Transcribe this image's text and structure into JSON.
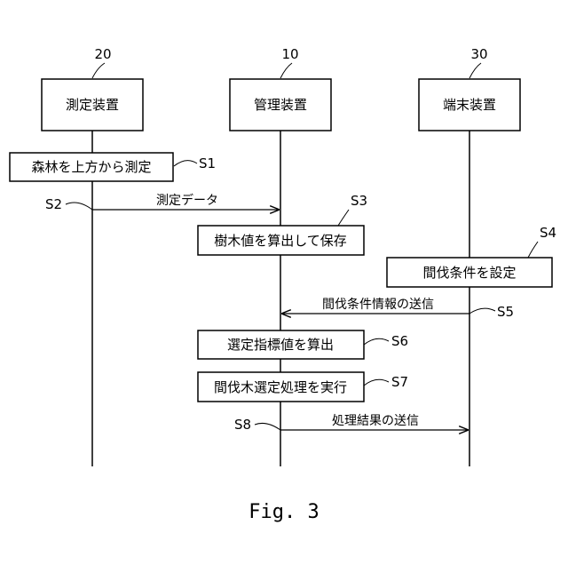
{
  "participants": [
    {
      "ref": "20",
      "label": "測定装置"
    },
    {
      "ref": "10",
      "label": "管理装置"
    },
    {
      "ref": "30",
      "label": "端末装置"
    }
  ],
  "steps": {
    "s1": {
      "id": "S1",
      "text": "森林を上方から測定"
    },
    "s2": {
      "id": "S2",
      "text": "測定データ"
    },
    "s3": {
      "id": "S3",
      "text": "樹木値を算出して保存"
    },
    "s4": {
      "id": "S4",
      "text": "間伐条件を設定"
    },
    "s5": {
      "id": "S5",
      "text": "間伐条件情報の送信"
    },
    "s6": {
      "id": "S6",
      "text": "選定指標値を算出"
    },
    "s7": {
      "id": "S7",
      "text": "間伐木選定処理を実行"
    },
    "s8": {
      "id": "S8",
      "text": "処理結果の送信"
    }
  },
  "caption": "Fig. 3"
}
